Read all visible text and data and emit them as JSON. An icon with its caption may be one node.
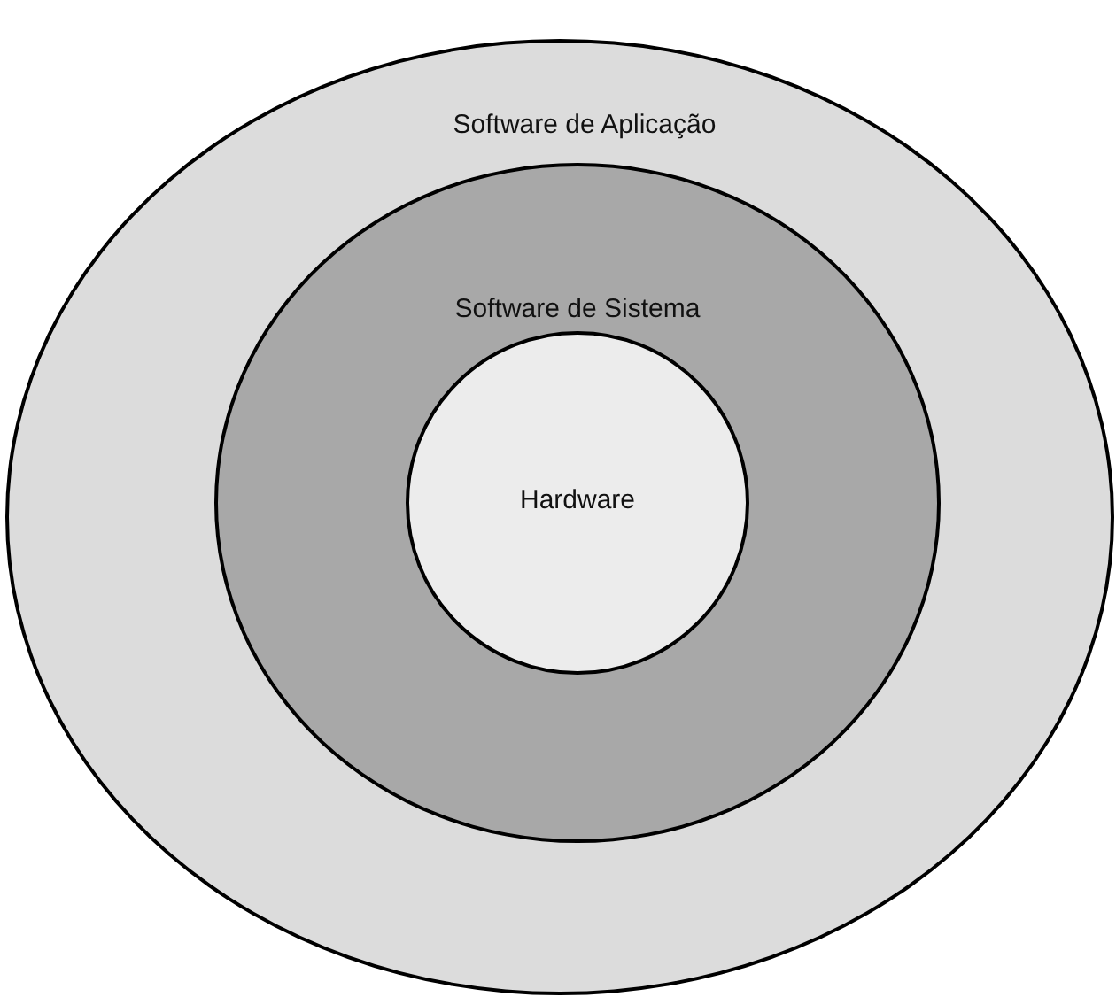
{
  "diagram": {
    "nodes": [
      {
        "text": [
          "Software de Aplicação"
        ]
      },
      {
        "text": [
          "Software de Sistema"
        ],
        "in": 0
      },
      {
        "text": [
          "Hardware"
        ],
        "in": 1
      }
    ]
  }
}
